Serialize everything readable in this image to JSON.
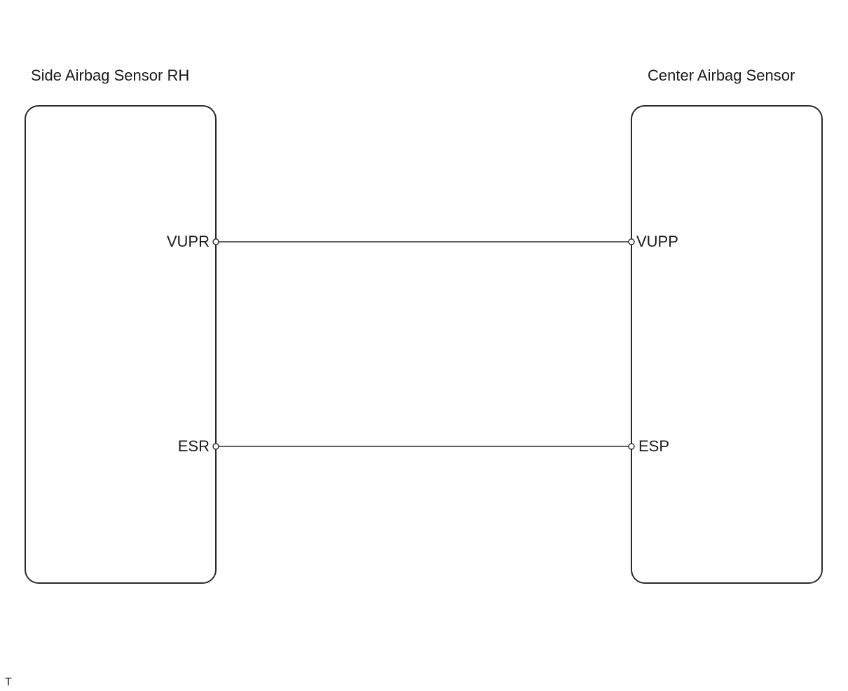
{
  "components": {
    "left": {
      "title": "Side Airbag Sensor RH"
    },
    "right": {
      "title": "Center Airbag Sensor"
    }
  },
  "connections": [
    {
      "from_pin": "VUPR",
      "to_pin": "VUPP"
    },
    {
      "from_pin": "ESR",
      "to_pin": "ESP"
    }
  ],
  "footnote": "T",
  "colors": {
    "line": "#2a2a2a",
    "background": "#ffffff"
  }
}
